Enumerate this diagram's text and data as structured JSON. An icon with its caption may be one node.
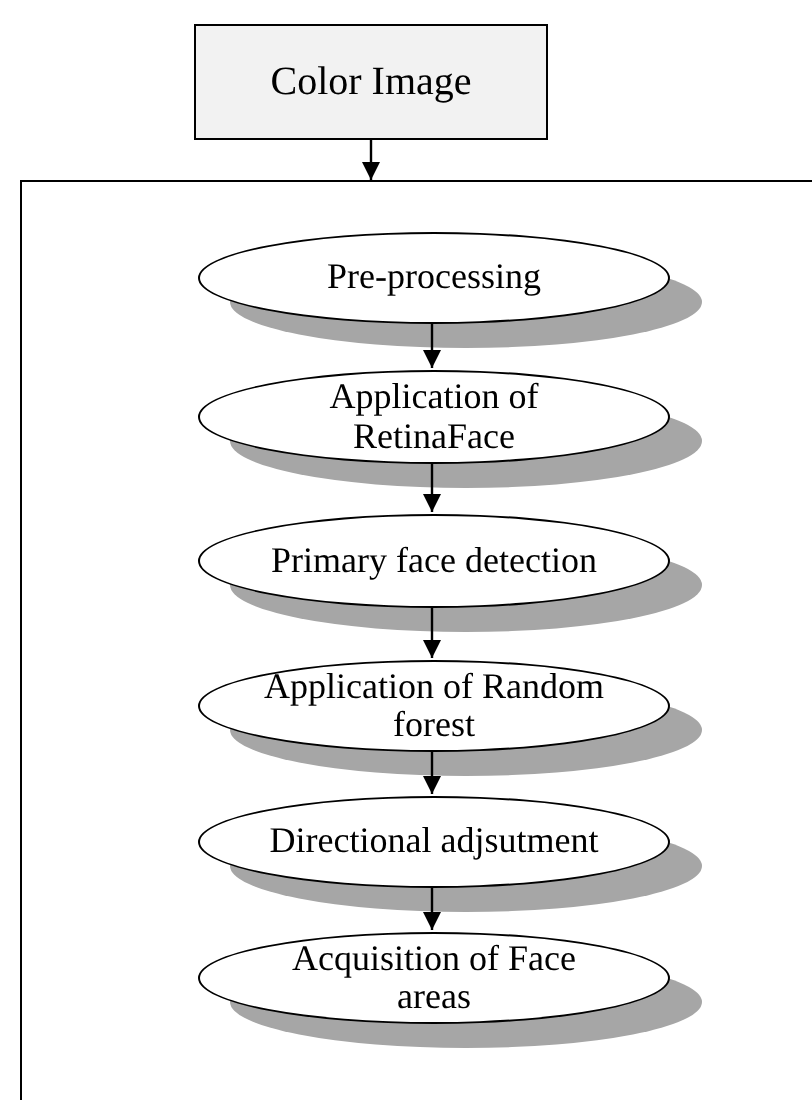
{
  "diagram": {
    "nodes": [
      {
        "text": [
          "Color Image"
        ]
      },
      {
        "text": [],
        "shape": "box"
      },
      {
        "text": [
          "Pre-processing"
        ],
        "in": 1
      },
      {
        "text": [
          "Application of RetinaFace"
        ],
        "in": 1
      },
      {
        "text": [
          "Primary face detection"
        ],
        "in": 1
      },
      {
        "text": [
          "Application of Random forest"
        ],
        "in": 1
      },
      {
        "text": [
          "Directional adjsutment"
        ],
        "in": 1
      },
      {
        "text": [
          "Acquisition of Face areas"
        ],
        "in": 1
      }
    ],
    "edges": [
      {
        "from": 0,
        "to": 1,
        "arrow": "to"
      },
      {
        "from": 2,
        "to": 3,
        "arrow": "to"
      },
      {
        "from": 3,
        "to": 4,
        "arrow": "to"
      },
      {
        "from": 4,
        "to": 5,
        "arrow": "to"
      },
      {
        "from": 5,
        "to": 6,
        "arrow": "to"
      },
      {
        "from": 6,
        "to": 7,
        "arrow": "to"
      }
    ]
  }
}
